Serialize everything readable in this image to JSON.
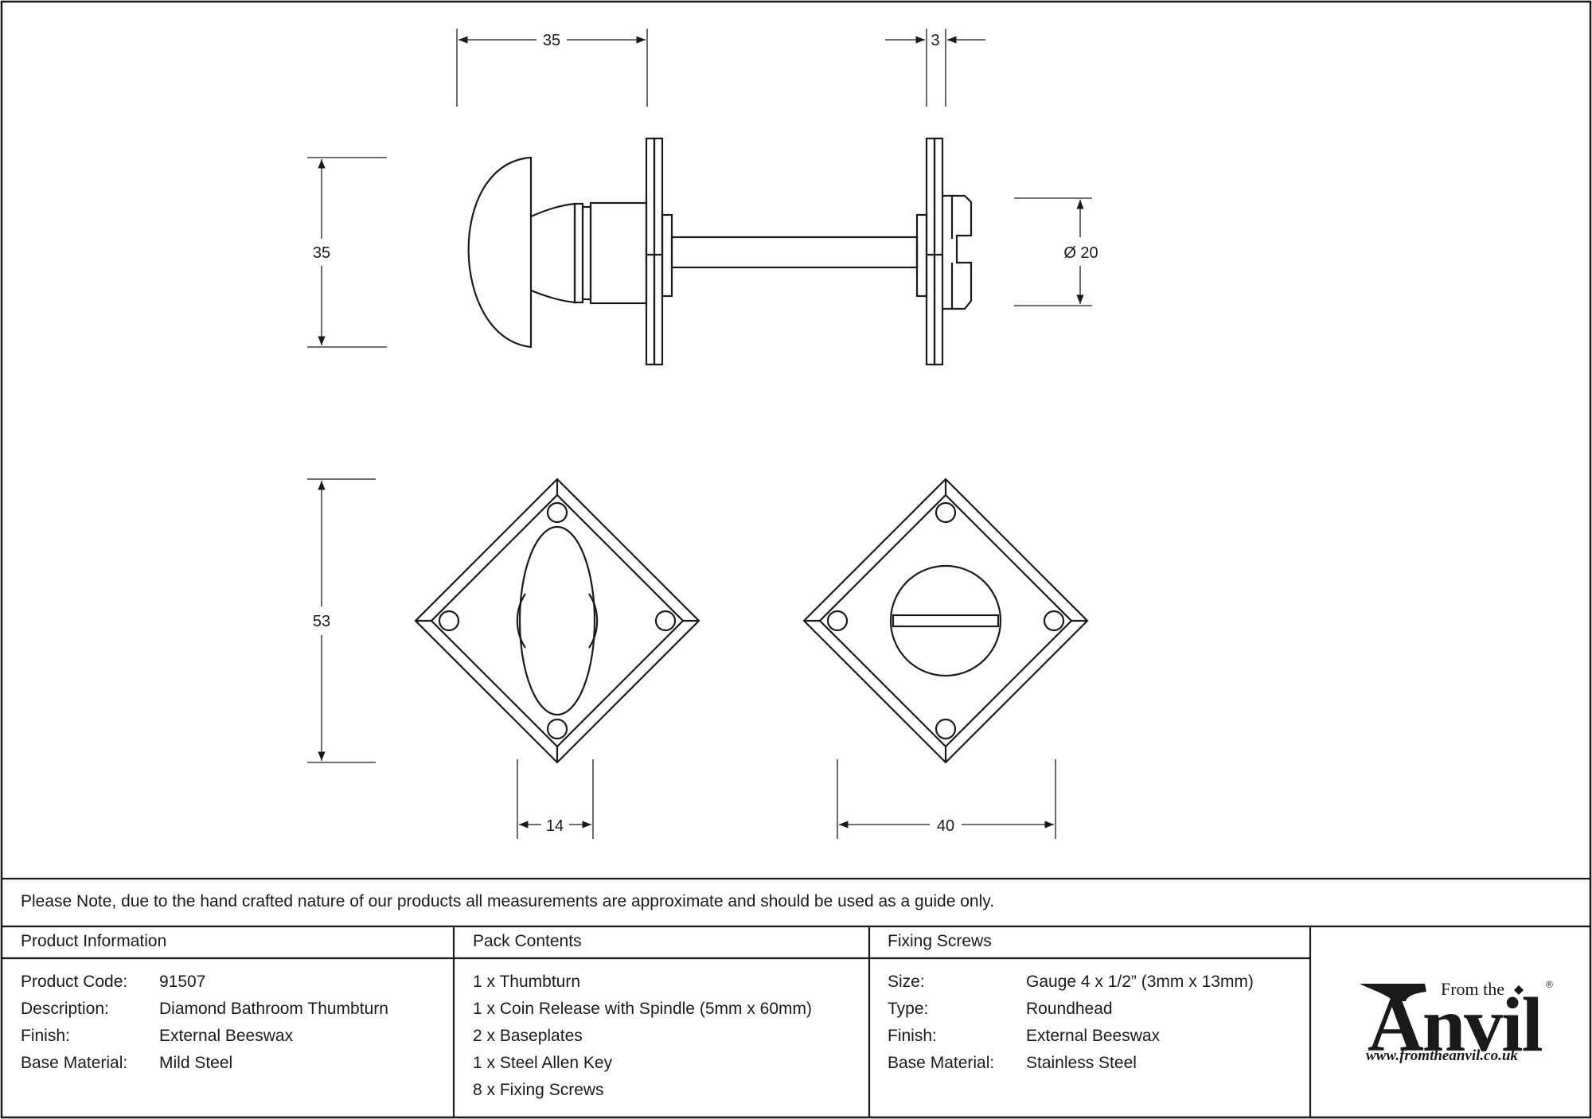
{
  "dimensions": {
    "top_width": "35",
    "plate_thickness": "3",
    "knob_height": "35",
    "diameter": "Ø 20",
    "plate_height": "53",
    "turn_width": "14",
    "plate_width": "40"
  },
  "note": "Please Note, due to the hand crafted nature of our products all measurements are approximate and should be used as a guide only.",
  "product_info": {
    "header": "Product Information",
    "rows": [
      {
        "label": "Product Code:",
        "value": "91507"
      },
      {
        "label": "Description:",
        "value": "Diamond Bathroom Thumbturn"
      },
      {
        "label": "Finish:",
        "value": "External Beeswax"
      },
      {
        "label": "Base Material:",
        "value": "Mild Steel"
      }
    ]
  },
  "pack_contents": {
    "header": "Pack Contents",
    "items": [
      "1 x Thumbturn",
      "1 x Coin Release with Spindle (5mm x 60mm)",
      "2 x Baseplates",
      "1 x Steel Allen Key",
      "8 x Fixing Screws"
    ]
  },
  "fixing_screws": {
    "header": "Fixing Screws",
    "rows": [
      {
        "label": "Size:",
        "value": "Gauge 4 x 1/2” (3mm x 13mm)"
      },
      {
        "label": "Type:",
        "value": "Roundhead"
      },
      {
        "label": "Finish:",
        "value": "External Beeswax"
      },
      {
        "label": "Base Material:",
        "value": "Stainless Steel"
      }
    ]
  },
  "logo": {
    "from": "From the",
    "brand": "Anvil",
    "reg": "®",
    "url": "www.fromtheanvil.co.uk"
  }
}
